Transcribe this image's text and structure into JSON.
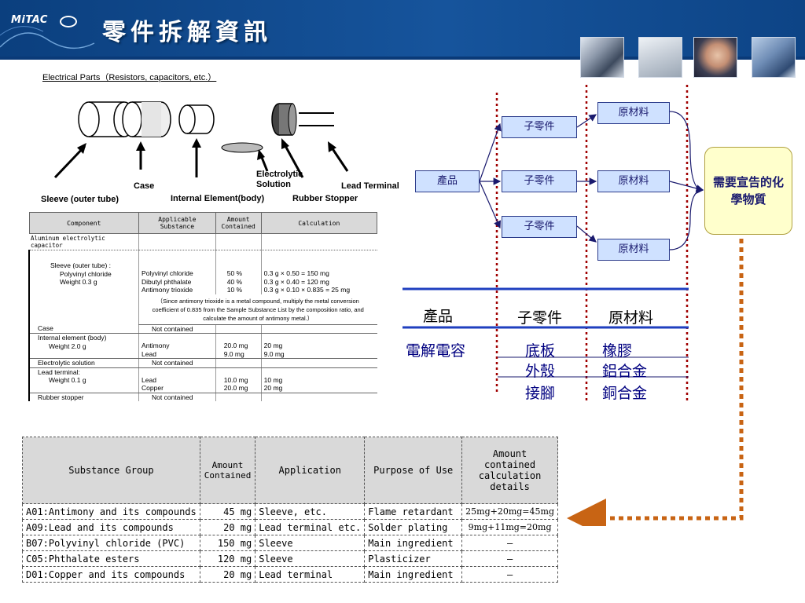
{
  "header": {
    "logo_text": "MiTAC",
    "title": "零件拆解資訊",
    "photos": [
      "scanner-photo",
      "printer-photo",
      "portrait-photo",
      "copier-photo"
    ]
  },
  "parts_figure": {
    "title": "Electrical Parts（Resistors, capacitors, etc.）",
    "labels": {
      "sleeve": "Sleeve (outer tube)",
      "case": "Case",
      "internal": "Internal Element(body)",
      "electrolytic": "Electrolytic\nSolution",
      "rubber": "Rubber Stopper",
      "lead": "Lead Terminal"
    }
  },
  "component_table": {
    "headers": [
      "Component",
      "Applicable Substance",
      "Amount Contained",
      "Calculation"
    ],
    "section": "Aluminum electrolytic capacitor",
    "sleeve": {
      "component": [
        "Sleeve (outer tube) :",
        "Polyvinyl chloride",
        "Weight 0.3 g"
      ],
      "substances": [
        "Polyvinyl chloride",
        "Dibutyl phthalate",
        "Antimony trioxide"
      ],
      "amounts": [
        "50 %",
        "40 %",
        "10 %"
      ],
      "calcs": [
        "0.3 g × 0.50 = 150 mg",
        "0.3 g × 0.40 = 120 mg",
        "0.3 g × 0.10 × 0.835 = 25 mg"
      ],
      "note": "（Since antimony trioxide is a metal compound, multiply the metal conversion coefficient of 0.835 from the Sample Substance List by the composition ratio, and calculate the amount of antimony metal.）"
    },
    "case": {
      "component": "Case",
      "substance": "Not contained"
    },
    "internal": {
      "component": [
        "Internal element (body)",
        "Weight 2.0 g"
      ],
      "substances": [
        "Antimony",
        "Lead"
      ],
      "amounts": [
        "20.0 mg",
        "9.0 mg"
      ],
      "calcs": [
        "20 mg",
        "9.0 mg"
      ]
    },
    "electrolytic": {
      "component": "Electrolytic solution",
      "substance": "Not contained"
    },
    "lead": {
      "component": [
        "Lead terminal:",
        "Weight 0.1 g"
      ],
      "substances": [
        "Lead",
        "Copper"
      ],
      "amounts": [
        "10.0 mg",
        "20.0 mg"
      ],
      "calcs": [
        "10 mg",
        "20 mg"
      ]
    },
    "rubber": {
      "component": "Rubber stopper",
      "substance": "Not contained"
    }
  },
  "substance_table": {
    "headers": [
      "Substance Group",
      "Amount Contained",
      "Application",
      "Purpose of Use",
      "Amount contained calculation details"
    ],
    "rows": [
      {
        "group": "A01:Antimony and its compounds",
        "amount": "45 mg",
        "application": "Sleeve, etc.",
        "purpose": "Flame retardant",
        "details": "25mg+20mg=45mg"
      },
      {
        "group": "A09:Lead and its compounds",
        "amount": "20 mg",
        "application": "Lead terminal etc.",
        "purpose": "Solder plating",
        "details": "9mg+11mg=20mg"
      },
      {
        "group": "B07:Polyvinyl chloride (PVC)",
        "amount": "150 mg",
        "application": "Sleeve",
        "purpose": "Main ingredient",
        "details": "—"
      },
      {
        "group": "C05:Phthalate esters",
        "amount": "120 mg",
        "application": "Sleeve",
        "purpose": "Plasticizer",
        "details": "—"
      },
      {
        "group": "D01:Copper and its compounds",
        "amount": "20 mg",
        "application": "Lead terminal",
        "purpose": "Main ingredient",
        "details": "—"
      }
    ]
  },
  "flow": {
    "product": "產品",
    "subparts": [
      "子零件",
      "子零件",
      "子零件"
    ],
    "materials": [
      "原材料",
      "原材料",
      "原材料"
    ],
    "declare": "需要宣告的化學物質"
  },
  "legend": {
    "headers": [
      "產品",
      "子零件",
      "原材料"
    ],
    "product": "電解電容",
    "subparts": [
      "底板",
      "外殼",
      "接腳"
    ],
    "materials": [
      "橡膠",
      "鋁合金",
      "銅合金"
    ]
  }
}
